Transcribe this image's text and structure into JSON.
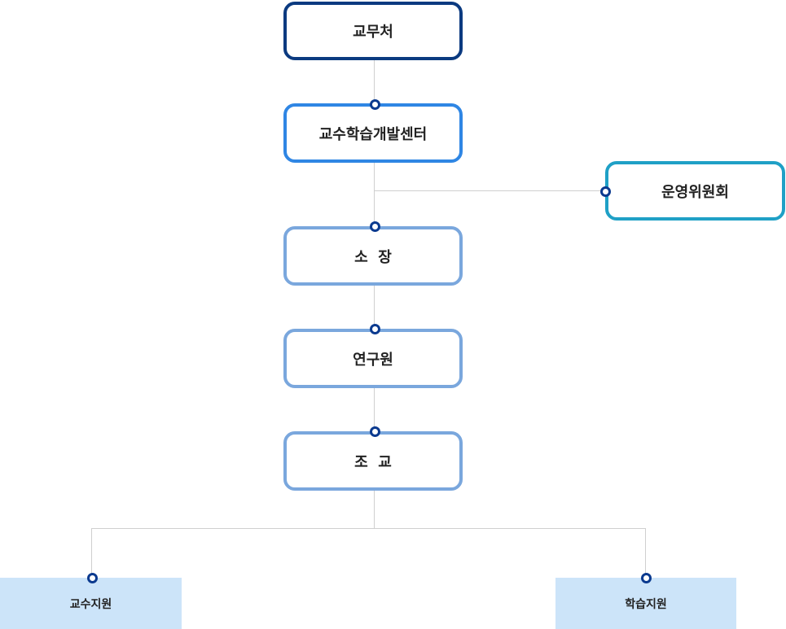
{
  "org_chart": {
    "nodes": {
      "office": "교무처",
      "center": "교수학습개발센터",
      "committee": "운영위원회",
      "director": "소  장",
      "researcher": "연구원",
      "assistant": "조  교"
    },
    "sub_units": {
      "teaching_support": "교수지원",
      "learning_support": "학습지원"
    }
  },
  "colors": {
    "office_border": "#0b3a80",
    "center_border": "#2f86e4",
    "committee_border": "#1fa0c6",
    "staff_border": "#7aa7dd",
    "sub_unit_fill": "#cce4f9",
    "connector": "#cfcfcf",
    "dot_ring": "#0b3a8f"
  }
}
